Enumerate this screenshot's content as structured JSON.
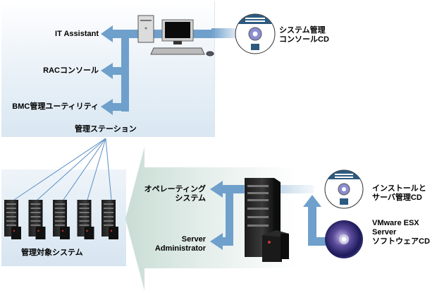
{
  "management_station": {
    "title": "管理ステーション",
    "tools": [
      {
        "label": "IT Assistant"
      },
      {
        "label": "RACコンソール"
      },
      {
        "label": "BMC管理ユーティリティ"
      }
    ],
    "cd": {
      "line1": "システム管理",
      "line2": "コンソールCD"
    }
  },
  "managed_systems": {
    "title": "管理対象システム",
    "server_count": 5
  },
  "managed_node": {
    "components": [
      {
        "line1": "オペレーティング",
        "line2": "システム"
      },
      {
        "line1": "Server",
        "line2": "Administrator"
      }
    ],
    "install_cd": {
      "line1": "インストールと",
      "line2": "サーバ管理CD"
    },
    "vmware_cd": {
      "line1": "VMware ESX",
      "line2": "Server",
      "line3": "ソフトウェアCD"
    }
  },
  "colors": {
    "arrow_blue": "#6fa0cc",
    "link_line": "#5b8fc4",
    "panel_blue": "#dbe7f2",
    "big_arrow": "#cfe0d8",
    "cd_dark": "#2d5a80"
  }
}
